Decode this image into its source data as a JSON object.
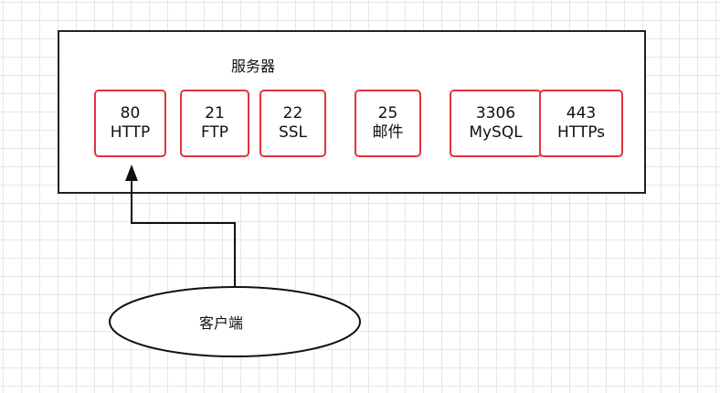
{
  "server": {
    "title": "服务器"
  },
  "ports": [
    {
      "number": "80",
      "name": "HTTP"
    },
    {
      "number": "21",
      "name": "FTP"
    },
    {
      "number": "22",
      "name": "SSL"
    },
    {
      "number": "25",
      "name": "邮件"
    },
    {
      "number": "3306",
      "name": "MySQL"
    },
    {
      "number": "443",
      "name": "HTTPs"
    }
  ],
  "client": {
    "label": "客户端"
  },
  "colors": {
    "port_border": "#e4333c",
    "server_border": "#222222",
    "grid": "#e6e6e6"
  }
}
